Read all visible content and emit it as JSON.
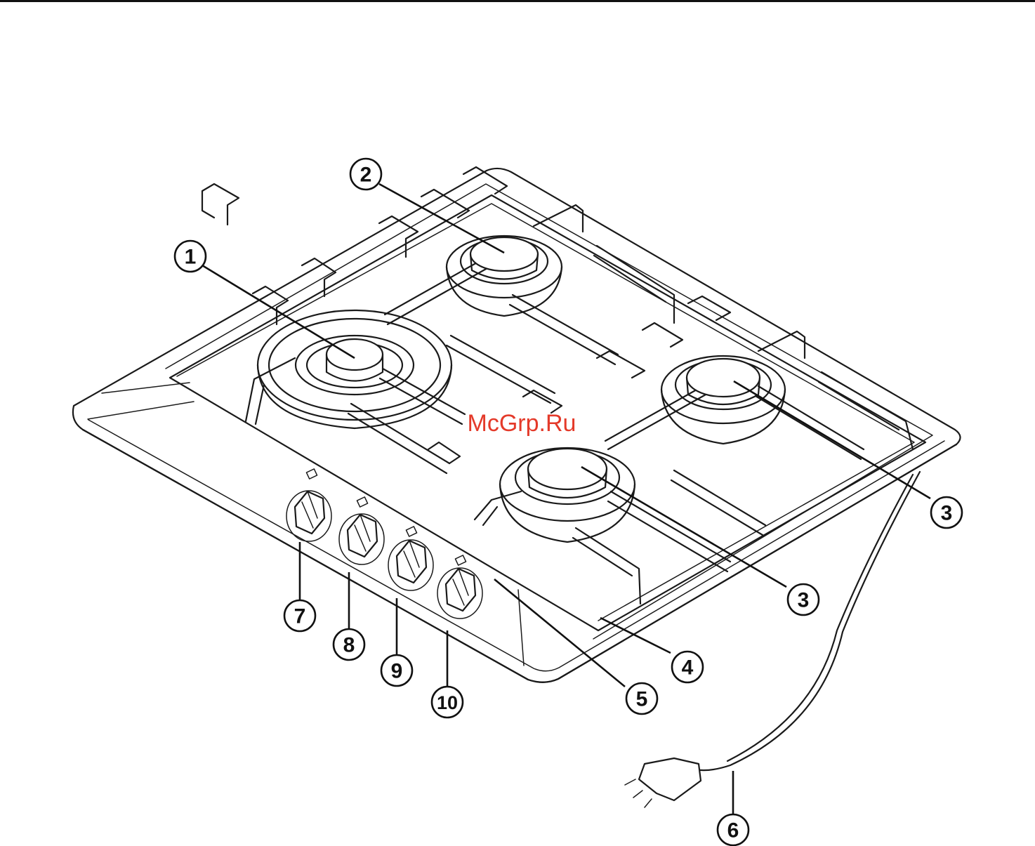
{
  "watermark": "McGrp.Ru",
  "callouts": {
    "c1": "1",
    "c2": "2",
    "c3a": "3",
    "c3b": "3",
    "c4": "4",
    "c5": "5",
    "c6": "6",
    "c7": "7",
    "c8": "8",
    "c9": "9",
    "c10": "10"
  },
  "colors": {
    "watermark": "#e43a2a",
    "line": "#1a1a1a",
    "background": "#ffffff"
  }
}
